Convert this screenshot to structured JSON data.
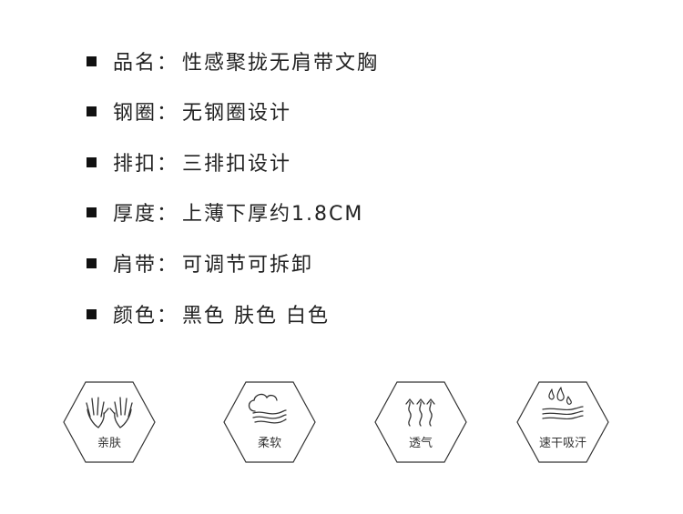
{
  "specs": [
    {
      "label": "品名",
      "colon": "：",
      "value": "性感聚拢无肩带文胸"
    },
    {
      "label": "钢圈",
      "colon": "：",
      "value": "无钢圈设计"
    },
    {
      "label": "排扣",
      "colon": "：",
      "value": "三排扣设计"
    },
    {
      "label": "厚度",
      "colon": "：",
      "value": " 上薄下厚约1.8CM"
    },
    {
      "label": "肩带",
      "colon": "：",
      "value": "可调节可拆卸"
    },
    {
      "label": "颜色",
      "colon": "：",
      "value": " 黑色  肤色  白色"
    }
  ],
  "features": [
    {
      "label": "亲肤",
      "icon": "hands-icon"
    },
    {
      "label": "柔软",
      "icon": "cloud-wind-icon"
    },
    {
      "label": "透气",
      "icon": "steam-icon"
    },
    {
      "label": "速干吸汗",
      "icon": "water-drops-icon"
    }
  ],
  "colors": {
    "text": "#222222",
    "outline": "#333333",
    "bullet": "#111111"
  }
}
